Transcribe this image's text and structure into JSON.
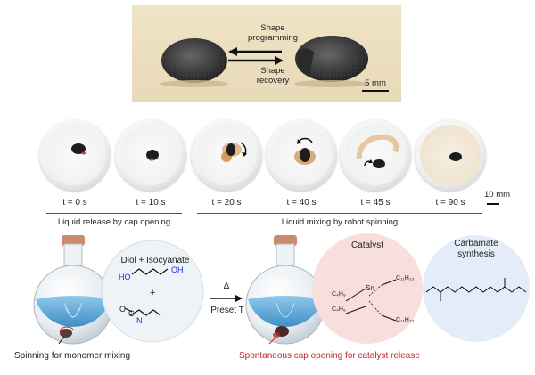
{
  "top_panel": {
    "label_programming": "Shape\nprogramming",
    "label_recovery": "Shape\nrecovery",
    "scale_bar": "5 mm"
  },
  "time_series": {
    "times": [
      "t = 0 s",
      "t = 10 s",
      "t = 20 s",
      "t = 40 s",
      "t = 45 s",
      "t = 90 s"
    ],
    "scale_bar": "10 mm",
    "caption_left": "Liquid release by cap opening",
    "caption_right": "Liquid mixing by robot spinning"
  },
  "bottom_left": {
    "reagents_title": "Diol + Isocyanate",
    "plus": "+",
    "oh_left": "HO",
    "oh_right": "OH",
    "isocyanate_o": "O",
    "isocyanate_c": "C",
    "isocyanate_n": "N",
    "caption": "Spinning for monomer mixing"
  },
  "arrow": {
    "top": "Δ",
    "bottom": "Preset T"
  },
  "bottom_right": {
    "catalyst_title": "Catalyst",
    "sn": "Sn",
    "c4h9_top": "C₄H₉",
    "c4h9_bottom": "C₄H₉",
    "c11h23_top": "C₁₁H₂₃",
    "c11h23_bottom": "C₁₁H₂₃",
    "product_title": "Carbamate\nsynthesis",
    "caption": "Spontaneous cap opening for catalyst release"
  },
  "colors": {
    "flask_liquid": "#6fb6e0",
    "catalyst_bg": "#f9dede",
    "product_bg": "#e3ecf8",
    "red_caption": "#c0282d",
    "chem_blue": "#1a2fd6"
  }
}
